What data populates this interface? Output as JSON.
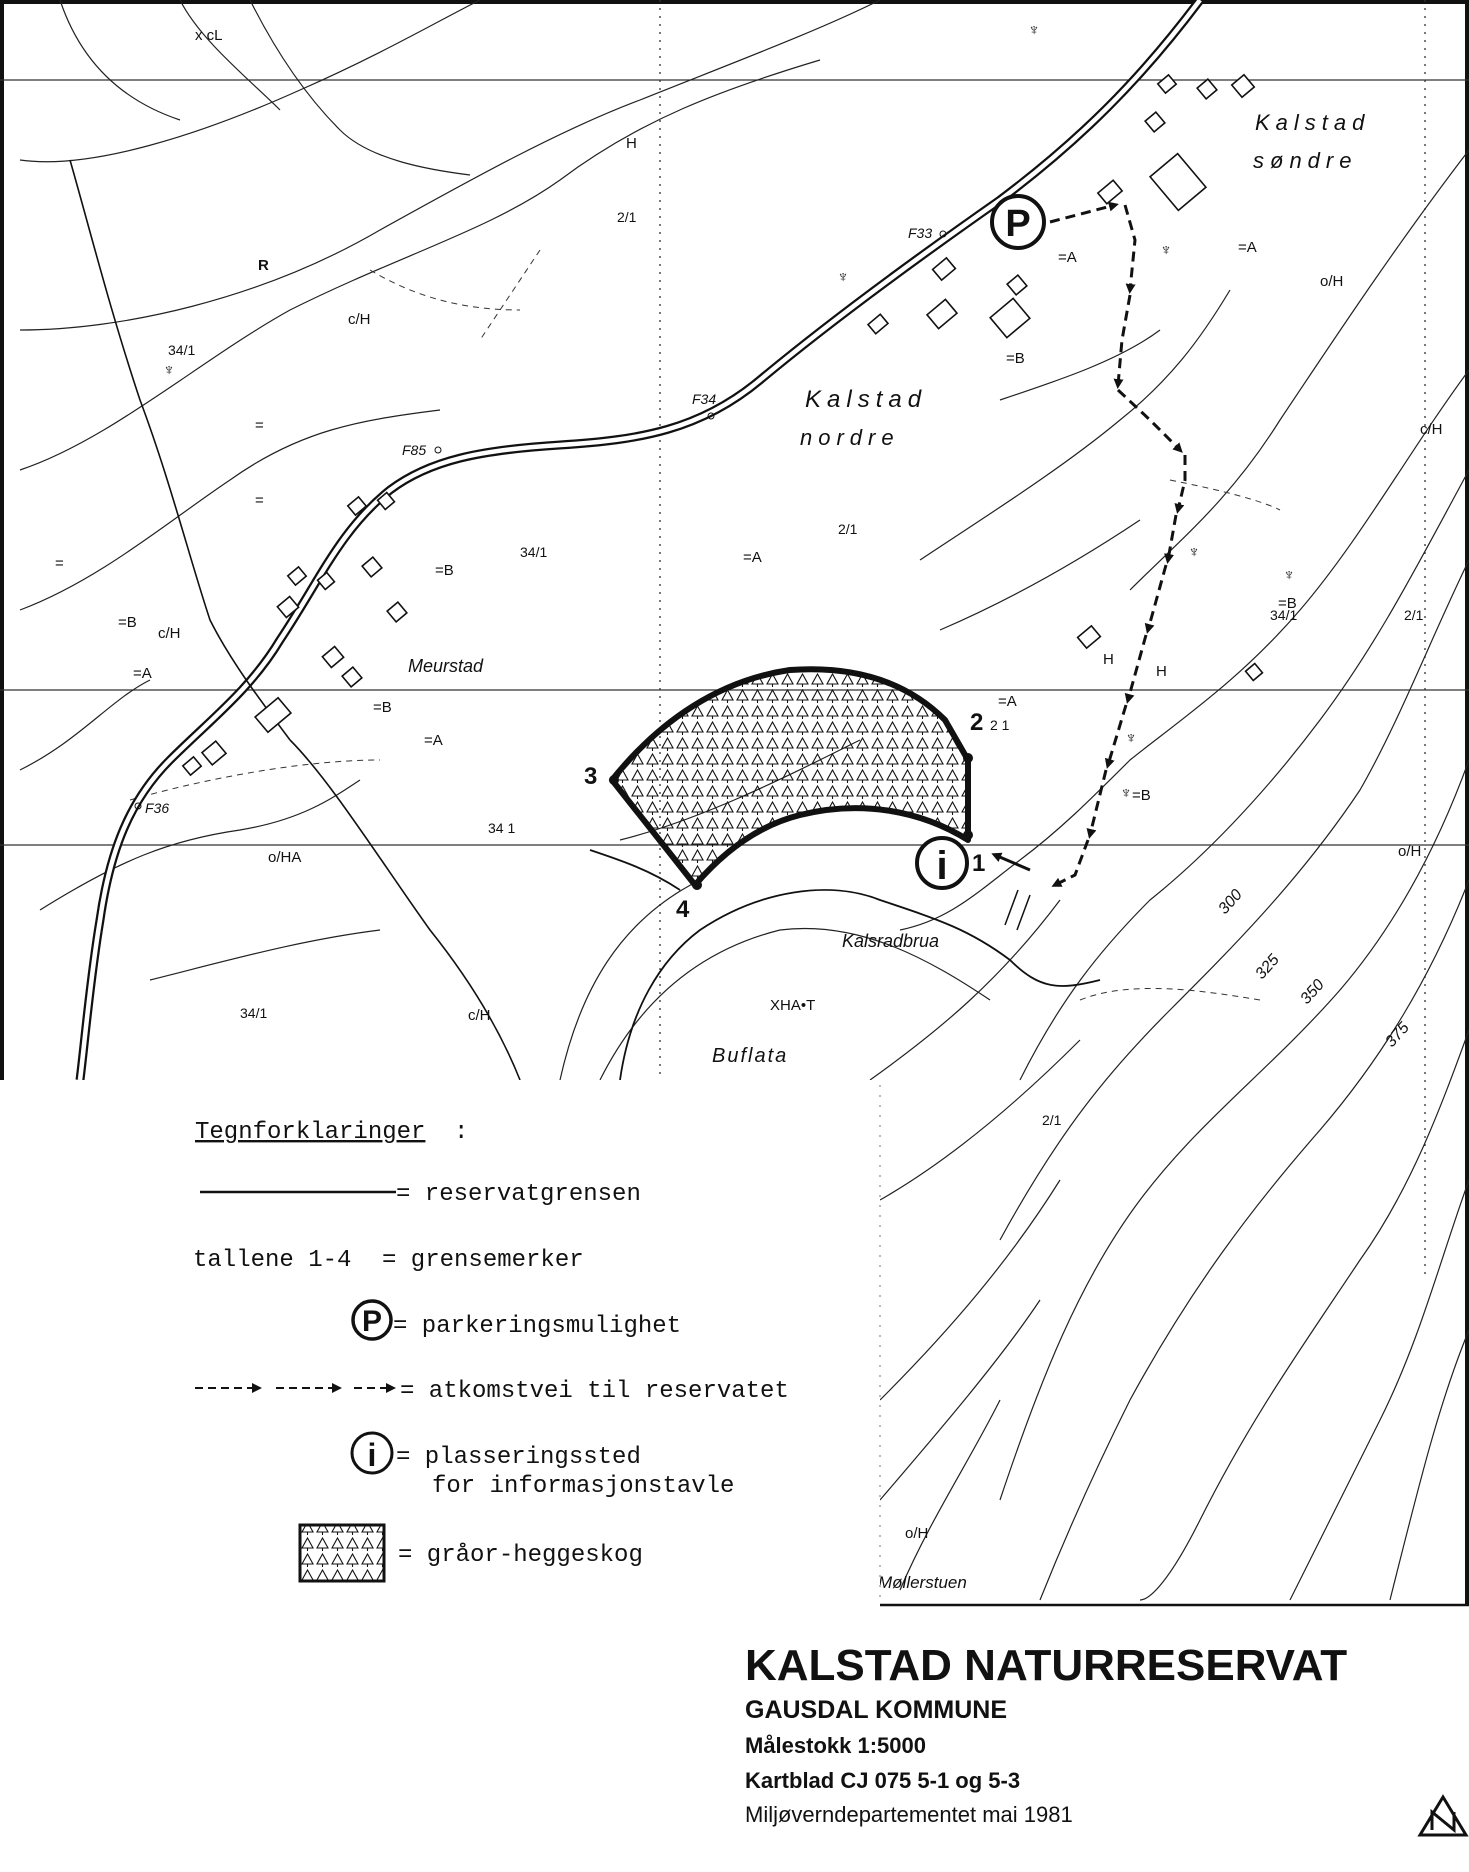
{
  "map": {
    "places": {
      "kalstad_sondre_1": "Kalstad",
      "kalstad_sondre_2": "søndre",
      "kalstad_nordre_1": "Kalstad",
      "kalstad_nordre_2": "nordre",
      "meurstad": "Meurstad",
      "kalsradbrua": "Kalsradbrua",
      "buflata": "Buflata",
      "mollerstuen": "Møllerstuen"
    },
    "fixpoints": [
      "F33",
      "F34",
      "F85",
      "F36"
    ],
    "parcels": [
      "34/1",
      "34/1",
      "34/1",
      "34 1",
      "34/1",
      "2/1",
      "2/1",
      "2/1",
      "2/1",
      "2 1"
    ],
    "landuse": [
      "=A",
      "=A",
      "=A",
      "=A",
      "=A",
      "=A",
      "=B",
      "=B",
      "=B",
      "=B",
      "=B",
      "=B",
      "=",
      "=",
      "="
    ],
    "vegetation": [
      "H",
      "H",
      "H",
      "c/H",
      "c/H",
      "o/H",
      "o/HA",
      "c/H",
      "o/H",
      "o/H",
      "c/H",
      "XHA•T",
      "R",
      "x cL"
    ],
    "contours": [
      "300",
      "325",
      "350",
      "375"
    ],
    "boundary_markers": [
      "1",
      "2",
      "3",
      "4"
    ],
    "parking_symbol": "P",
    "info_symbol": "i"
  },
  "legend": {
    "heading": "Tegnforklaringer",
    "heading_colon": ":",
    "items": [
      {
        "symbol": "line",
        "text": "= reservatgrensen"
      },
      {
        "symbol": "text",
        "prefix": "tallene 1-4",
        "text": "= grensemerker"
      },
      {
        "symbol": "parking",
        "glyph": "P",
        "text": "= parkeringsmulighet"
      },
      {
        "symbol": "dashed-arrow",
        "text": "= atkomstvei til reservatet"
      },
      {
        "symbol": "info",
        "glyph": "i",
        "text": "= plasseringssted",
        "text2": "for informasjonstavle"
      },
      {
        "symbol": "forest",
        "text": "= gråor-heggeskog"
      }
    ]
  },
  "title_block": {
    "title": "KALSTAD NATURRESERVAT",
    "municipality": "GAUSDAL KOMMUNE",
    "scale": "Målestokk 1:5000",
    "sheet": "Kartblad CJ 075 5-1 og 5-3",
    "publisher": "Miljøverndepartementet mai 1981"
  },
  "north_arrow": "north-arrow-icon"
}
